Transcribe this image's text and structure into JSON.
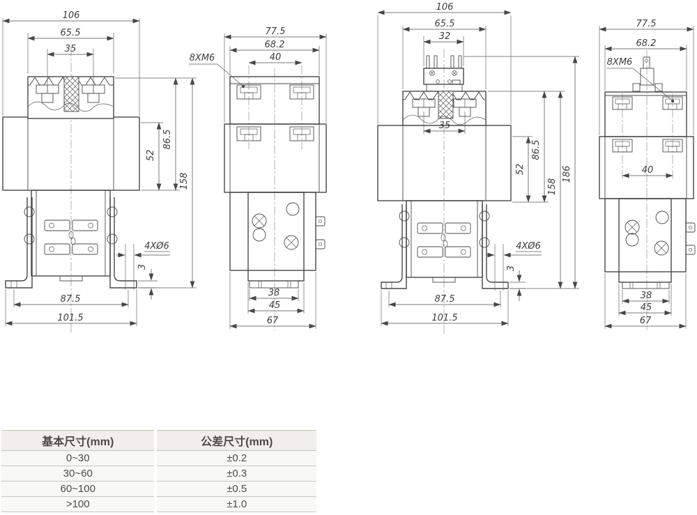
{
  "colors": {
    "line": "#474747",
    "table_header_bg": "#f0efeb",
    "table_row_bg": "#f8f8f6",
    "table_border": "#c3c3c0"
  },
  "views": {
    "front_basic": {
      "dims": {
        "d106": "106",
        "d65_5": "65.5",
        "d35": "35",
        "d52": "52",
        "d86_5": "86.5",
        "d158": "158",
        "d87_5": "87.5",
        "d101_5": "101.5",
        "holes": "4XØ6",
        "thk": "3"
      }
    },
    "side_basic": {
      "dims": {
        "d77_5": "77.5",
        "d68_2": "68.2",
        "d40": "40",
        "screws": "8XM6",
        "d38": "38",
        "d45": "45",
        "d67": "67"
      }
    },
    "front_aux": {
      "dims": {
        "d106": "106",
        "d65_5": "65.5",
        "d32": "32",
        "d35": "35",
        "d52": "52",
        "d86_5": "86.5",
        "d158": "158",
        "d186": "186",
        "d87_5": "87.5",
        "d101_5": "101.5",
        "holes": "4XØ6",
        "thk": "3"
      }
    },
    "side_aux": {
      "dims": {
        "d77_5": "77.5",
        "d68_2": "68.2",
        "screws": "8XM6",
        "d40": "40",
        "d38": "38",
        "d45": "45",
        "d67": "67"
      }
    }
  },
  "table": {
    "headers": [
      "基本尺寸(mm)",
      "公差尺寸(mm)"
    ],
    "rows": [
      [
        "0~30",
        "±0.2"
      ],
      [
        "30~60",
        "±0.3"
      ],
      [
        "60~100",
        "±0.5"
      ],
      [
        ">100",
        "±1.0"
      ]
    ]
  }
}
